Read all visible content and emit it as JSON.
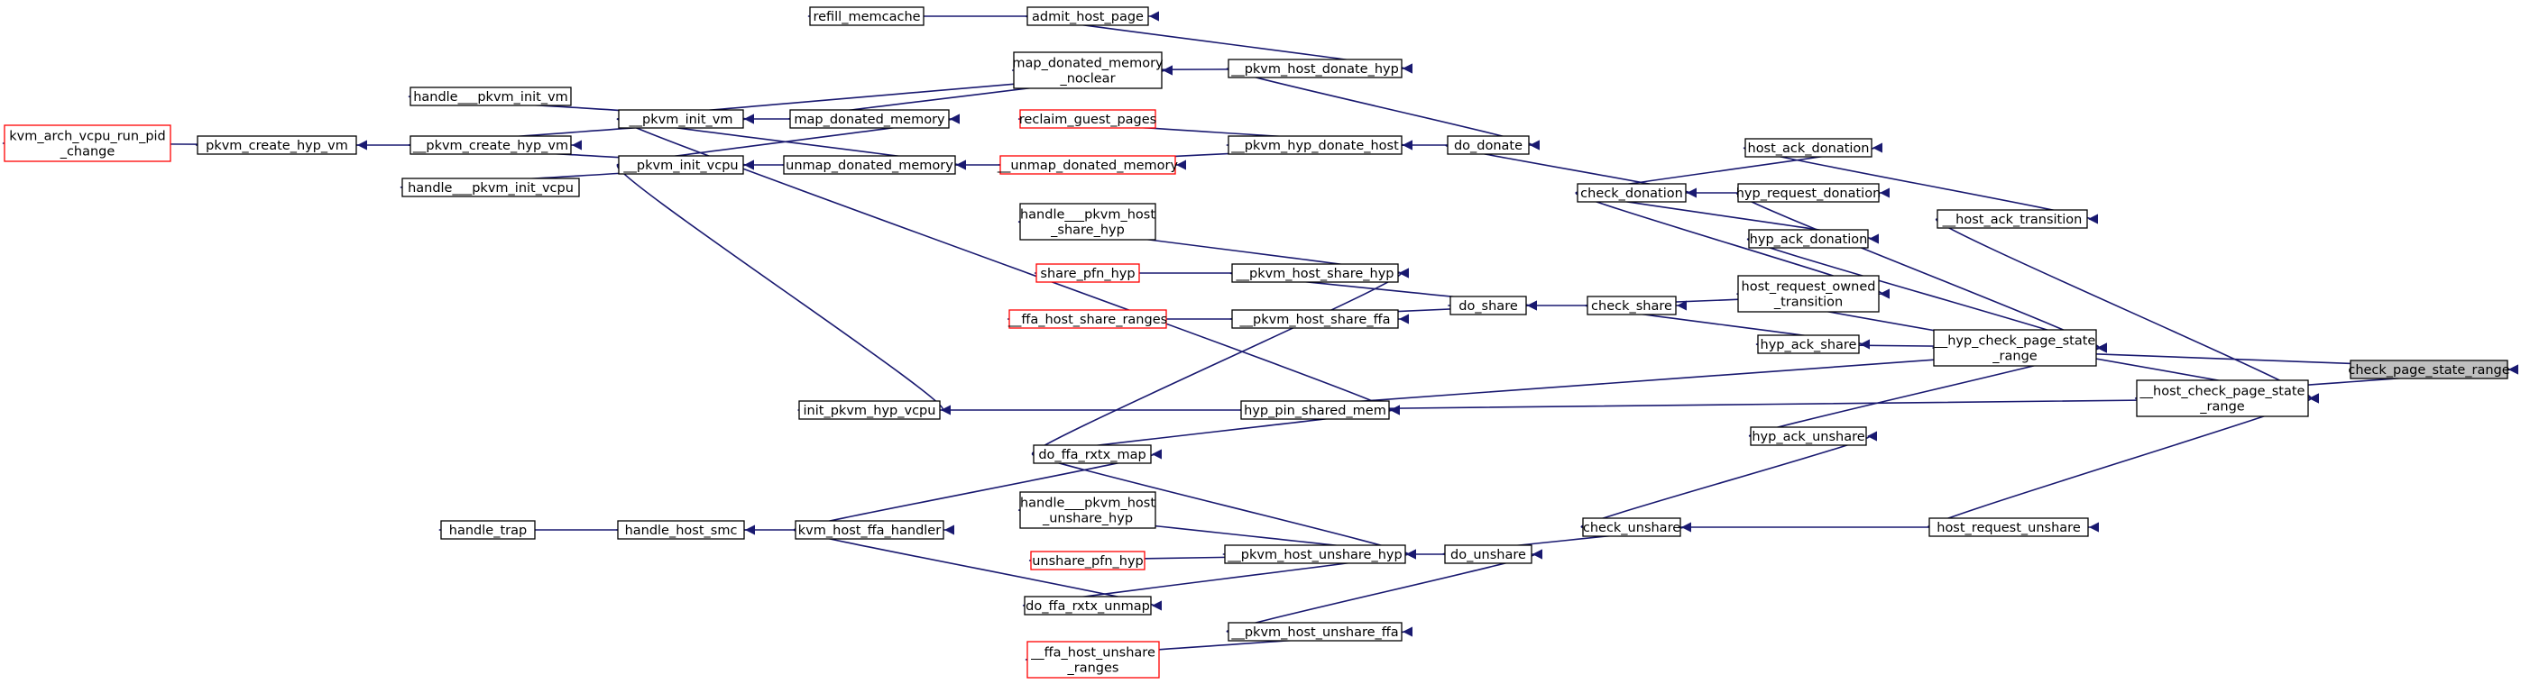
{
  "colors": {
    "edge": "#191970",
    "normal_border": "#000000",
    "truncated_border": "#ff0000",
    "highlight_fill": "#bfbfbf",
    "normal_fill": "#ffffff"
  },
  "nodes": [
    {
      "id": "check_page_state_range",
      "lines": [
        "check_page_state_range"
      ],
      "kind": "highlight"
    },
    {
      "id": "hyp_check_page_state_range",
      "lines": [
        "__hyp_check_page_state",
        "_range"
      ],
      "kind": "normal"
    },
    {
      "id": "host_check_page_state_range",
      "lines": [
        "__host_check_page_state",
        "_range"
      ],
      "kind": "normal"
    },
    {
      "id": "host_ack_transition",
      "lines": [
        "__host_ack_transition"
      ],
      "kind": "normal"
    },
    {
      "id": "host_ack_donation",
      "lines": [
        "host_ack_donation"
      ],
      "kind": "normal"
    },
    {
      "id": "hyp_request_donation",
      "lines": [
        "hyp_request_donation"
      ],
      "kind": "normal"
    },
    {
      "id": "hyp_ack_donation",
      "lines": [
        "hyp_ack_donation"
      ],
      "kind": "normal"
    },
    {
      "id": "host_request_owned_transition",
      "lines": [
        "host_request_owned",
        "_transition"
      ],
      "kind": "normal"
    },
    {
      "id": "hyp_ack_share",
      "lines": [
        "hyp_ack_share"
      ],
      "kind": "normal"
    },
    {
      "id": "hyp_ack_unshare",
      "lines": [
        "hyp_ack_unshare"
      ],
      "kind": "normal"
    },
    {
      "id": "host_request_unshare",
      "lines": [
        "host_request_unshare"
      ],
      "kind": "normal"
    },
    {
      "id": "check_donation",
      "lines": [
        "check_donation"
      ],
      "kind": "normal"
    },
    {
      "id": "check_share",
      "lines": [
        "check_share"
      ],
      "kind": "normal"
    },
    {
      "id": "check_unshare",
      "lines": [
        "check_unshare"
      ],
      "kind": "normal"
    },
    {
      "id": "do_donate",
      "lines": [
        "do_donate"
      ],
      "kind": "normal"
    },
    {
      "id": "do_share",
      "lines": [
        "do_share"
      ],
      "kind": "normal"
    },
    {
      "id": "do_unshare",
      "lines": [
        "do_unshare"
      ],
      "kind": "normal"
    },
    {
      "id": "pkvm_host_donate_hyp",
      "lines": [
        "__pkvm_host_donate_hyp"
      ],
      "kind": "normal"
    },
    {
      "id": "pkvm_hyp_donate_host",
      "lines": [
        "__pkvm_hyp_donate_host"
      ],
      "kind": "normal"
    },
    {
      "id": "pkvm_host_share_hyp",
      "lines": [
        "__pkvm_host_share_hyp"
      ],
      "kind": "normal"
    },
    {
      "id": "pkvm_host_share_ffa",
      "lines": [
        "__pkvm_host_share_ffa"
      ],
      "kind": "normal"
    },
    {
      "id": "hyp_pin_shared_mem",
      "lines": [
        "hyp_pin_shared_mem"
      ],
      "kind": "normal"
    },
    {
      "id": "pkvm_host_unshare_hyp",
      "lines": [
        "__pkvm_host_unshare_hyp"
      ],
      "kind": "normal"
    },
    {
      "id": "pkvm_host_unshare_ffa",
      "lines": [
        "__pkvm_host_unshare_ffa"
      ],
      "kind": "normal"
    },
    {
      "id": "admit_host_page",
      "lines": [
        "admit_host_page"
      ],
      "kind": "normal"
    },
    {
      "id": "map_donated_memory_noclear",
      "lines": [
        "map_donated_memory",
        "_noclear"
      ],
      "kind": "normal"
    },
    {
      "id": "reclaim_guest_pages",
      "lines": [
        "reclaim_guest_pages"
      ],
      "kind": "truncated"
    },
    {
      "id": "unmap_donated_memory_2",
      "lines": [
        "__unmap_donated_memory"
      ],
      "kind": "truncated"
    },
    {
      "id": "handle_pkvm_host_share_hyp",
      "lines": [
        "handle___pkvm_host",
        "_share_hyp"
      ],
      "kind": "normal"
    },
    {
      "id": "share_pfn_hyp",
      "lines": [
        "share_pfn_hyp"
      ],
      "kind": "truncated"
    },
    {
      "id": "ffa_host_share_ranges",
      "lines": [
        "__ffa_host_share_ranges"
      ],
      "kind": "truncated"
    },
    {
      "id": "do_ffa_rxtx_map",
      "lines": [
        "do_ffa_rxtx_map"
      ],
      "kind": "normal"
    },
    {
      "id": "handle_pkvm_host_unshare_hyp",
      "lines": [
        "handle___pkvm_host",
        "_unshare_hyp"
      ],
      "kind": "normal"
    },
    {
      "id": "unshare_pfn_hyp",
      "lines": [
        "unshare_pfn_hyp"
      ],
      "kind": "truncated"
    },
    {
      "id": "do_ffa_rxtx_unmap",
      "lines": [
        "do_ffa_rxtx_unmap"
      ],
      "kind": "normal"
    },
    {
      "id": "ffa_host_unshare_ranges",
      "lines": [
        "__ffa_host_unshare",
        "_ranges"
      ],
      "kind": "truncated"
    },
    {
      "id": "refill_memcache",
      "lines": [
        "refill_memcache"
      ],
      "kind": "normal"
    },
    {
      "id": "map_donated_memory",
      "lines": [
        "map_donated_memory"
      ],
      "kind": "normal"
    },
    {
      "id": "unmap_donated_memory",
      "lines": [
        "unmap_donated_memory"
      ],
      "kind": "normal"
    },
    {
      "id": "pkvm_init_vm",
      "lines": [
        "__pkvm_init_vm"
      ],
      "kind": "normal"
    },
    {
      "id": "pkvm_init_vcpu",
      "lines": [
        "__pkvm_init_vcpu"
      ],
      "kind": "normal"
    },
    {
      "id": "init_pkvm_hyp_vcpu",
      "lines": [
        "init_pkvm_hyp_vcpu"
      ],
      "kind": "normal"
    },
    {
      "id": "kvm_host_ffa_handler",
      "lines": [
        "kvm_host_ffa_handler"
      ],
      "kind": "normal"
    },
    {
      "id": "handle_pkvm_init_vm",
      "lines": [
        "handle___pkvm_init_vm"
      ],
      "kind": "normal"
    },
    {
      "id": "pkvm_create_hyp_vm_2",
      "lines": [
        "__pkvm_create_hyp_vm"
      ],
      "kind": "normal"
    },
    {
      "id": "handle_pkvm_init_vcpu",
      "lines": [
        "handle___pkvm_init_vcpu"
      ],
      "kind": "normal"
    },
    {
      "id": "handle_host_smc",
      "lines": [
        "handle_host_smc"
      ],
      "kind": "normal"
    },
    {
      "id": "pkvm_create_hyp_vm",
      "lines": [
        "pkvm_create_hyp_vm"
      ],
      "kind": "normal"
    },
    {
      "id": "handle_trap",
      "lines": [
        "handle_trap"
      ],
      "kind": "normal"
    },
    {
      "id": "kvm_arch_vcpu_run_pid_change",
      "lines": [
        "kvm_arch_vcpu_run_pid",
        "_change"
      ],
      "kind": "truncated"
    }
  ],
  "edges": [
    {
      "from": "hyp_check_page_state_range",
      "to": "check_page_state_range"
    },
    {
      "from": "host_check_page_state_range",
      "to": "check_page_state_range"
    },
    {
      "from": "host_ack_transition",
      "to": "host_check_page_state_range"
    },
    {
      "from": "host_request_owned_transition",
      "to": "host_check_page_state_range"
    },
    {
      "from": "hyp_pin_shared_mem",
      "to": "host_check_page_state_range"
    },
    {
      "from": "host_request_unshare",
      "to": "host_check_page_state_range"
    },
    {
      "from": "hyp_request_donation",
      "to": "hyp_check_page_state_range"
    },
    {
      "from": "hyp_ack_donation",
      "to": "hyp_check_page_state_range"
    },
    {
      "from": "hyp_ack_share",
      "to": "hyp_check_page_state_range"
    },
    {
      "from": "hyp_ack_unshare",
      "to": "hyp_check_page_state_range"
    },
    {
      "from": "hyp_pin_shared_mem",
      "to": "hyp_check_page_state_range"
    },
    {
      "from": "host_ack_donation",
      "to": "host_ack_transition"
    },
    {
      "from": "check_donation",
      "to": "host_ack_donation"
    },
    {
      "from": "check_donation",
      "to": "hyp_request_donation"
    },
    {
      "from": "check_donation",
      "to": "hyp_ack_donation"
    },
    {
      "from": "check_donation",
      "to": "host_request_owned_transition"
    },
    {
      "from": "check_share",
      "to": "host_request_owned_transition"
    },
    {
      "from": "check_share",
      "to": "hyp_ack_share"
    },
    {
      "from": "check_unshare",
      "to": "hyp_ack_unshare"
    },
    {
      "from": "check_unshare",
      "to": "host_request_unshare"
    },
    {
      "from": "do_donate",
      "to": "check_donation"
    },
    {
      "from": "do_share",
      "to": "check_share"
    },
    {
      "from": "do_unshare",
      "to": "check_unshare"
    },
    {
      "from": "pkvm_host_donate_hyp",
      "to": "do_donate"
    },
    {
      "from": "pkvm_hyp_donate_host",
      "to": "do_donate"
    },
    {
      "from": "pkvm_host_share_hyp",
      "to": "do_share"
    },
    {
      "from": "pkvm_host_share_ffa",
      "to": "do_share"
    },
    {
      "from": "pkvm_host_unshare_hyp",
      "to": "do_unshare"
    },
    {
      "from": "pkvm_host_unshare_ffa",
      "to": "do_unshare"
    },
    {
      "from": "admit_host_page",
      "to": "pkvm_host_donate_hyp"
    },
    {
      "from": "map_donated_memory_noclear",
      "to": "pkvm_host_donate_hyp"
    },
    {
      "from": "reclaim_guest_pages",
      "to": "pkvm_hyp_donate_host"
    },
    {
      "from": "unmap_donated_memory_2",
      "to": "pkvm_hyp_donate_host"
    },
    {
      "from": "handle_pkvm_host_share_hyp",
      "to": "pkvm_host_share_hyp"
    },
    {
      "from": "share_pfn_hyp",
      "to": "pkvm_host_share_hyp"
    },
    {
      "from": "do_ffa_rxtx_map",
      "to": "pkvm_host_share_hyp"
    },
    {
      "from": "ffa_host_share_ranges",
      "to": "pkvm_host_share_ffa"
    },
    {
      "from": "init_pkvm_hyp_vcpu",
      "to": "hyp_pin_shared_mem"
    },
    {
      "from": "pkvm_init_vm",
      "to": "hyp_pin_shared_mem"
    },
    {
      "from": "do_ffa_rxtx_map",
      "to": "hyp_pin_shared_mem"
    },
    {
      "from": "handle_pkvm_host_unshare_hyp",
      "to": "pkvm_host_unshare_hyp"
    },
    {
      "from": "unshare_pfn_hyp",
      "to": "pkvm_host_unshare_hyp"
    },
    {
      "from": "do_ffa_rxtx_map",
      "to": "pkvm_host_unshare_hyp"
    },
    {
      "from": "do_ffa_rxtx_unmap",
      "to": "pkvm_host_unshare_hyp"
    },
    {
      "from": "ffa_host_unshare_ranges",
      "to": "pkvm_host_unshare_ffa"
    },
    {
      "from": "refill_memcache",
      "to": "admit_host_page"
    },
    {
      "from": "map_donated_memory",
      "to": "map_donated_memory_noclear"
    },
    {
      "from": "pkvm_init_vm",
      "to": "map_donated_memory_noclear"
    },
    {
      "from": "unmap_donated_memory",
      "to": "unmap_donated_memory_2"
    },
    {
      "from": "pkvm_init_vm",
      "to": "map_donated_memory"
    },
    {
      "from": "pkvm_init_vcpu",
      "to": "map_donated_memory"
    },
    {
      "from": "pkvm_init_vm",
      "to": "unmap_donated_memory"
    },
    {
      "from": "pkvm_init_vcpu",
      "to": "unmap_donated_memory"
    },
    {
      "from": "handle_pkvm_init_vm",
      "to": "pkvm_init_vm"
    },
    {
      "from": "pkvm_create_hyp_vm_2",
      "to": "pkvm_init_vm"
    },
    {
      "from": "pkvm_create_hyp_vm_2",
      "to": "pkvm_init_vcpu"
    },
    {
      "from": "handle_pkvm_init_vcpu",
      "to": "pkvm_init_vcpu"
    },
    {
      "from": "pkvm_init_vcpu",
      "to": "init_pkvm_hyp_vcpu"
    },
    {
      "from": "kvm_host_ffa_handler",
      "to": "do_ffa_rxtx_map"
    },
    {
      "from": "kvm_host_ffa_handler",
      "to": "do_ffa_rxtx_unmap"
    },
    {
      "from": "handle_host_smc",
      "to": "kvm_host_ffa_handler"
    },
    {
      "from": "handle_trap",
      "to": "handle_host_smc"
    },
    {
      "from": "pkvm_create_hyp_vm",
      "to": "pkvm_create_hyp_vm_2"
    },
    {
      "from": "kvm_arch_vcpu_run_pid_change",
      "to": "pkvm_create_hyp_vm"
    }
  ]
}
